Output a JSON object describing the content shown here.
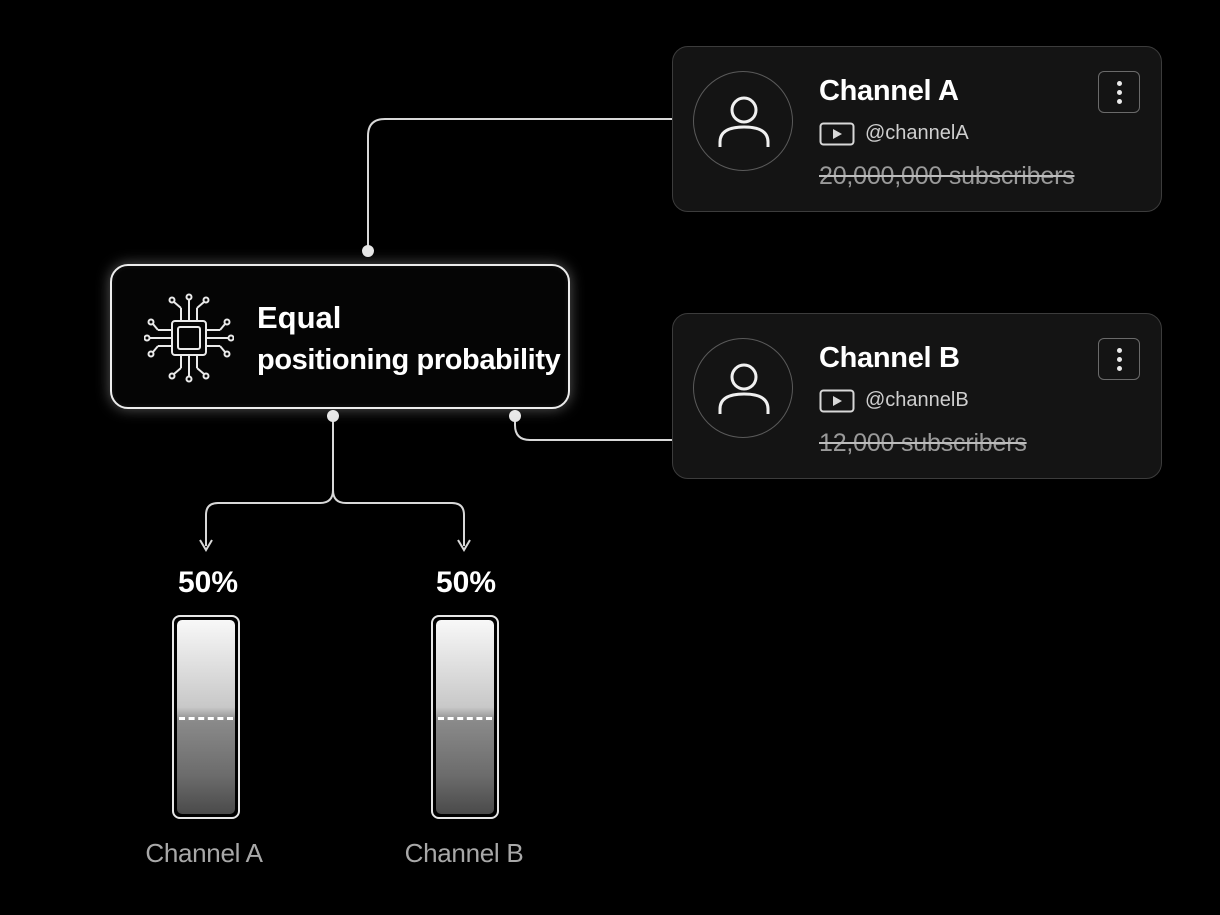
{
  "channels": [
    {
      "name": "Channel A",
      "handle": "@channelA",
      "subscribers": "20,000,000 subscribers",
      "icons": [
        "user-icon",
        "play-icon",
        "more-vertical-icon"
      ]
    },
    {
      "name": "Channel B",
      "handle": "@channelB",
      "subscribers": "12,000 subscribers",
      "icons": [
        "user-icon",
        "play-icon",
        "more-vertical-icon"
      ]
    }
  ],
  "node": {
    "line1": "Equal",
    "line2": "positioning probability",
    "icon": "ai-chip-icon"
  },
  "bars": [
    {
      "label": "Channel A",
      "percent_text": "50%",
      "value": 0.5
    },
    {
      "label": "Channel B",
      "percent_text": "50%",
      "value": 0.5
    }
  ],
  "colors": {
    "background": "#000000",
    "foreground": "#ffffff",
    "muted": "#9a9a9a",
    "card": "#141414"
  }
}
